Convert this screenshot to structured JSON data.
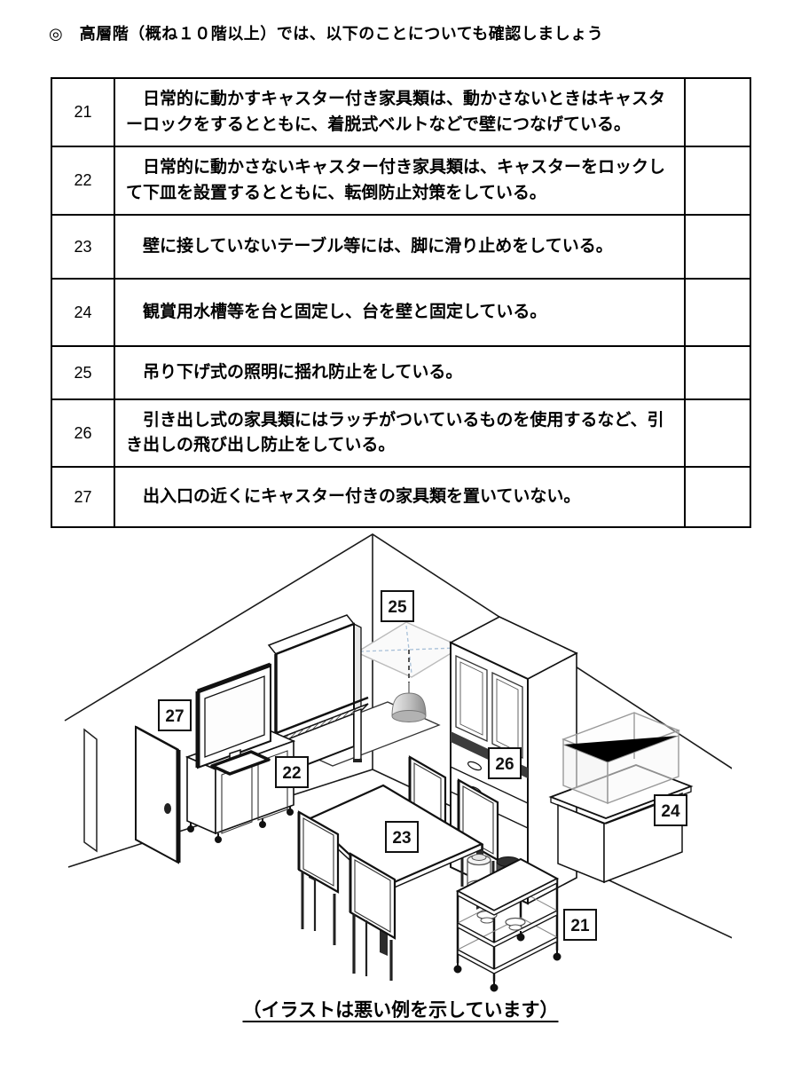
{
  "page": {
    "header": "◎　高層階（概ね１０階以上）では、以下のことについても確認しましょう",
    "caption": "（イラストは悪い例を示しています）"
  },
  "checklist": {
    "rows": [
      {
        "no": "21",
        "text": "日常的に動かすキャスター付き家具類は、動かさないときはキャスターロックをするとともに、着脱式ベルトなどで壁につなげている。",
        "check": ""
      },
      {
        "no": "22",
        "text": "日常的に動かさないキャスター付き家具類は、キャスターをロックして下皿を設置するとともに、転倒防止対策をしている。",
        "check": ""
      },
      {
        "no": "23",
        "text": "壁に接していないテーブル等には、脚に滑り止めをしている。",
        "check": ""
      },
      {
        "no": "24",
        "text": "観賞用水槽等を台と固定し、台を壁と固定している。",
        "check": ""
      },
      {
        "no": "25",
        "text": "吊り下げ式の照明に揺れ防止をしている。",
        "check": ""
      },
      {
        "no": "26",
        "text": "引き出し式の家具類にはラッチがついているものを使用するなど、引き出しの飛び出し防止をしている。",
        "check": ""
      },
      {
        "no": "27",
        "text": "出入口の近くにキャスター付きの家具類を置いていない。",
        "check": ""
      }
    ]
  },
  "illustration": {
    "labels": {
      "l21": "21",
      "l22": "22",
      "l23": "23",
      "l24": "24",
      "l25": "25",
      "l26": "26",
      "l27": "27"
    }
  }
}
